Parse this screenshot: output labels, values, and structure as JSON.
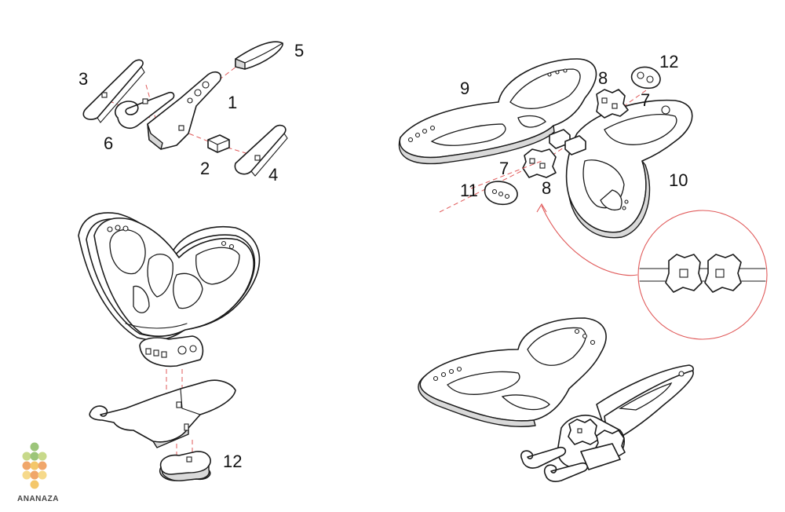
{
  "labels": {
    "n1": "1",
    "n2": "2",
    "n3": "3",
    "n4": "4",
    "n5": "5",
    "n6": "6",
    "n7a": "7",
    "n7b": "7",
    "n8a": "8",
    "n8b": "8",
    "n9": "9",
    "n10": "10",
    "n11": "11",
    "n12a": "12",
    "n12b": "12"
  },
  "logo": {
    "text": "ANANAZA"
  },
  "colors": {
    "line": "#1a1a1a",
    "guide": "#e05a5a",
    "logo_dots": [
      "#9cc57a",
      "#f0a66a",
      "#f4c76a",
      "#f6d98a"
    ]
  }
}
